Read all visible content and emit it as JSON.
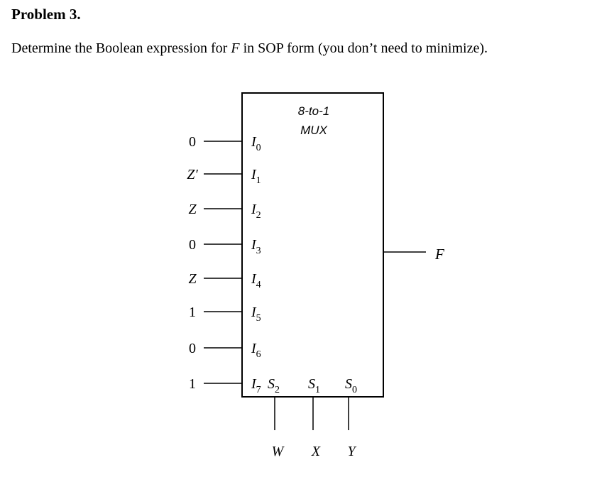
{
  "problem": {
    "heading": "Problem 3.",
    "prompt_prefix": "Determine the Boolean expression for ",
    "prompt_var": "F",
    "prompt_suffix": " in SOP form (you don’t need to minimize)."
  },
  "mux": {
    "title_line1": "8-to-1",
    "title_line2": "MUX",
    "inputs": [
      {
        "value": "0",
        "label": "I",
        "sub": "0"
      },
      {
        "value": "Z′",
        "label": "I",
        "sub": "1"
      },
      {
        "value": "Z",
        "label": "I",
        "sub": "2"
      },
      {
        "value": "0",
        "label": "I",
        "sub": "3"
      },
      {
        "value": "Z",
        "label": "I",
        "sub": "4"
      },
      {
        "value": "1",
        "label": "I",
        "sub": "5"
      },
      {
        "value": "0",
        "label": "I",
        "sub": "6"
      },
      {
        "value": "1",
        "label": "I",
        "sub": "7"
      }
    ],
    "selects": [
      {
        "label": "S",
        "sub": "2",
        "signal": "W"
      },
      {
        "label": "S",
        "sub": "1",
        "signal": "X"
      },
      {
        "label": "S",
        "sub": "0",
        "signal": "Y"
      }
    ],
    "output": "F"
  }
}
